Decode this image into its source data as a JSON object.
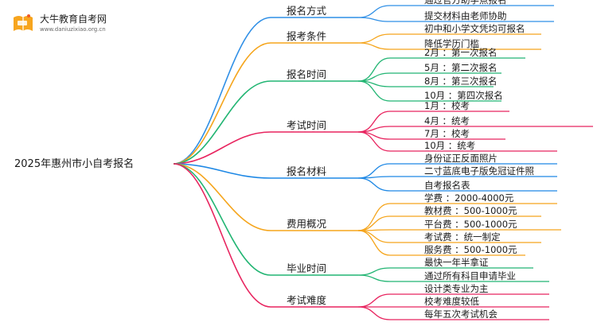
{
  "logo": {
    "name": "大牛教育自考网",
    "url": "www.daniuzixiao.org.cn"
  },
  "root": "2025年惠州市小自考报名",
  "branches": [
    {
      "label": "报名方式",
      "color": "#2f8fe6",
      "children": [
        "通过官方助学点报名",
        "提交材料由老师协助"
      ]
    },
    {
      "label": "报考条件",
      "color": "#f5a51c",
      "children": [
        "初中和小学文凭均可报名",
        "降低学历门槛"
      ]
    },
    {
      "label": "报名时间",
      "color": "#22b573",
      "children": [
        "2月 ：第一次报名",
        "5月 ：第二次报名",
        "8月 ：第三次报名",
        "10月 ：第四次报名"
      ]
    },
    {
      "label": "考试时间",
      "color": "#e8245f",
      "children": [
        "1月 ：校考",
        "4月 ：统考",
        "7月 ：校考",
        "10月 ：统考"
      ]
    },
    {
      "label": "报名材料",
      "color": "#1e88e5",
      "children": [
        "身份证正反面照片",
        "二寸蓝底电子版免冠证件照",
        "自考报名表"
      ]
    },
    {
      "label": "费用概况",
      "color": "#f5a51c",
      "children": [
        "学费 ：2000-4000元",
        "教材费 ：500-1000元",
        "平台费 ：500-1000元",
        "考试费 ：统一制定",
        "服务费 ：500-1000元"
      ]
    },
    {
      "label": "毕业时间",
      "color": "#22b573",
      "children": [
        "最快一年半拿证",
        "通过所有科目申请毕业"
      ]
    },
    {
      "label": "考试难度",
      "color": "#e8245f",
      "children": [
        "设计类专业为主",
        "校考难度较低",
        "每年五次考试机会"
      ]
    }
  ]
}
